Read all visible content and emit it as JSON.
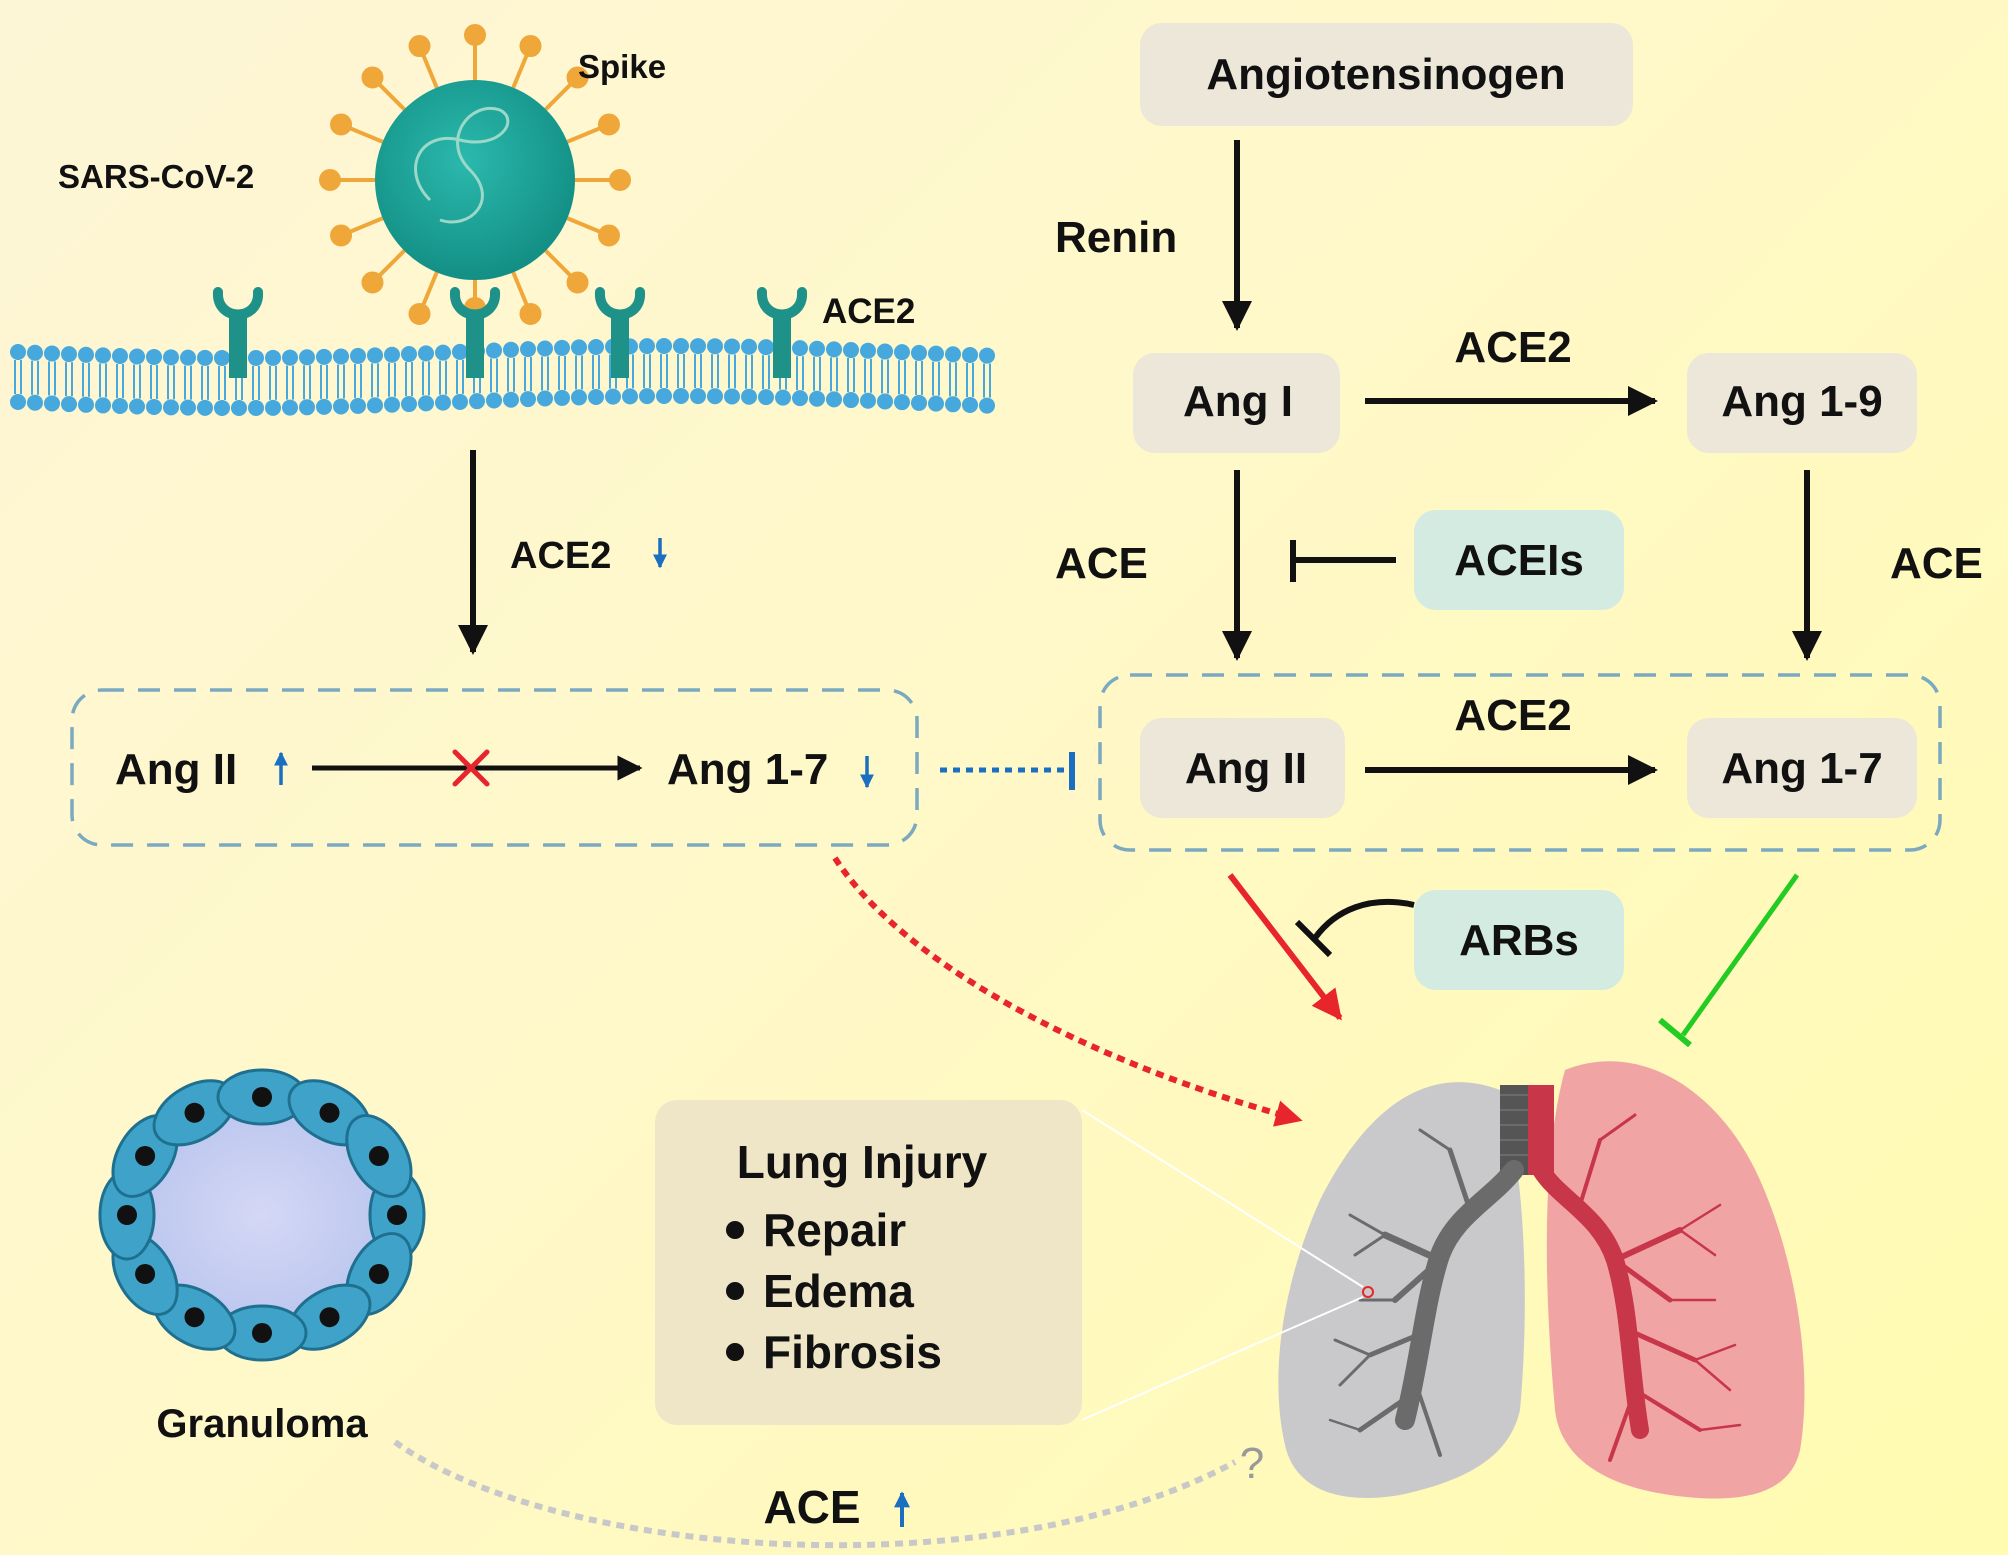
{
  "labels": {
    "spike": "Spike",
    "sars": "SARS-CoV-2",
    "ace2_membrane": "ACE2",
    "ace2_down": "ACE2",
    "angiotensinogen": "Angiotensinogen",
    "renin": "Renin",
    "ang1": "Ang I",
    "ace2_top": "ACE2",
    "ang19": "Ang 1-9",
    "ace_left": "ACE",
    "aceis": "ACEIs",
    "ace_right": "ACE",
    "ang2_left": "Ang II",
    "ang17_left": "Ang 1-7",
    "ang2_right": "Ang II",
    "ace2_mid": "ACE2",
    "ang17_right": "Ang 1-7",
    "arbs": "ARBs",
    "lung_injury_title": "Lung Injury",
    "granuloma": "Granuloma",
    "ace_bottom": "ACE",
    "question": "?"
  },
  "lung_injury_items": [
    "Repair",
    "Edema",
    "Fibrosis"
  ],
  "icons": {
    "up": "arrow-up-icon",
    "down": "arrow-down-icon",
    "cross": "red-x-icon"
  },
  "colors": {
    "box_fill": "#ede7d9",
    "drug_fill": "#d3ebe0",
    "blue_arrow": "#1a6fc0",
    "red": "#e8242c",
    "green": "#22cc22",
    "virus": "#1aa59a",
    "spike": "#f0a73a",
    "membrane": "#46a8dc",
    "receptor": "#1e9188",
    "dashed_box": "#7aa9c0",
    "granuloma_cell": "#3fa3c9"
  }
}
